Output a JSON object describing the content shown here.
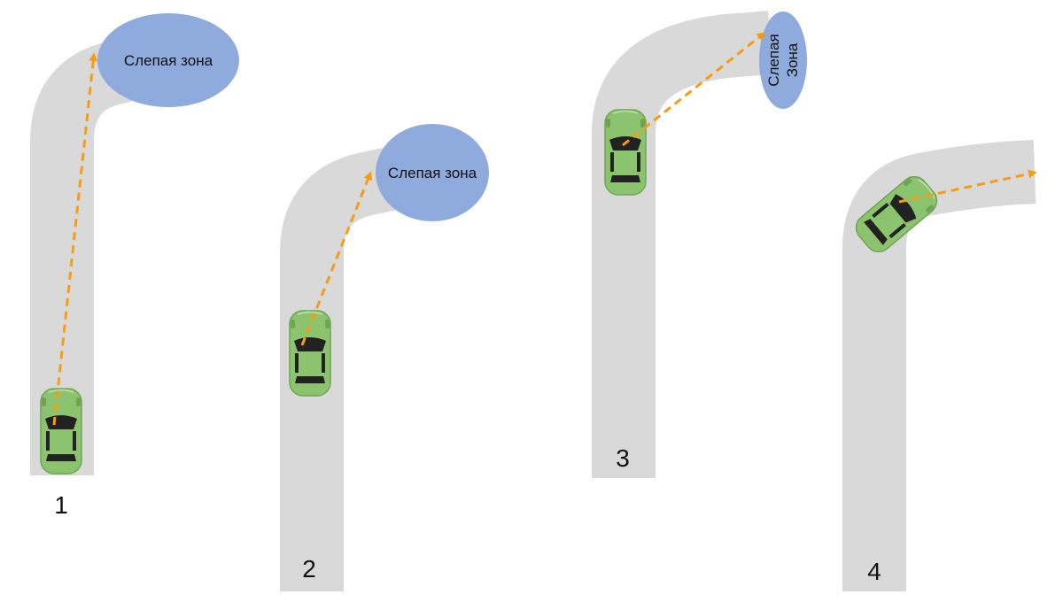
{
  "blind_zone_label": "Слепая зона",
  "blind_zone_label_vertical": [
    "Слепая",
    "Зона"
  ],
  "steps": [
    {
      "number": "1"
    },
    {
      "number": "2"
    },
    {
      "number": "3"
    },
    {
      "number": "4"
    }
  ],
  "colors": {
    "road": "#d9d9d9",
    "blind_zone": "#8faadc",
    "sight_line": "#f59d16",
    "car_body": "#8cc36e",
    "car_glass": "#222222"
  }
}
